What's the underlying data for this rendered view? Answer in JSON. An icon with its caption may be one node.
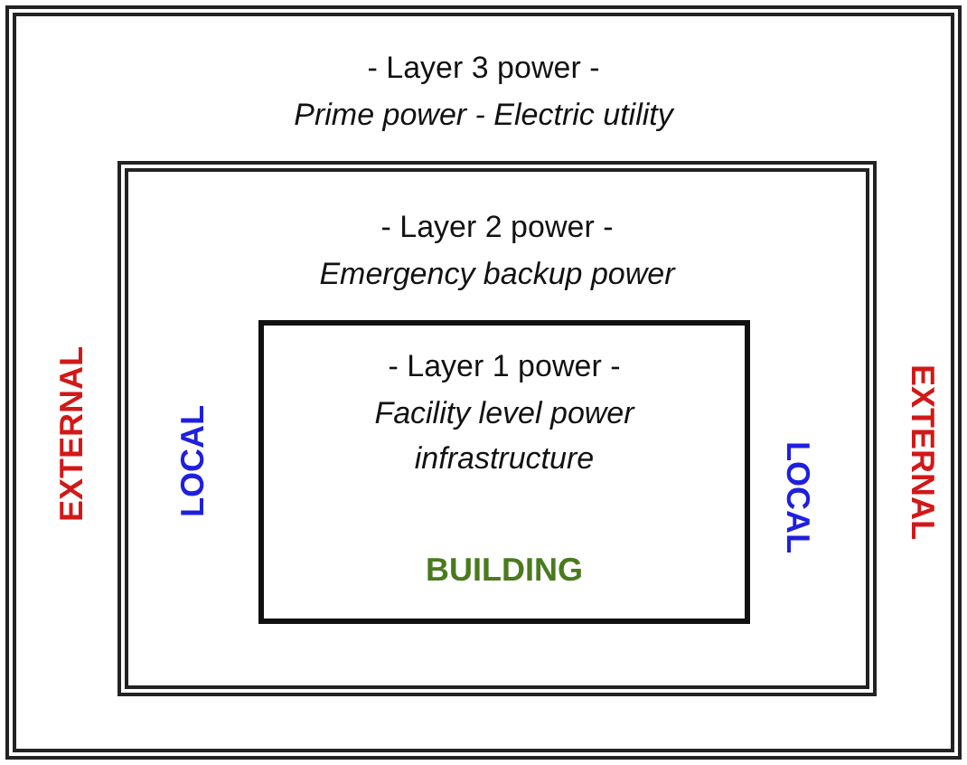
{
  "diagram": {
    "nodes": [
      {
        "text": [
          "- Layer 3 power -",
          "Prime power - Electric utility"
        ]
      },
      {
        "text": [
          "- Layer 2 power -",
          "Emergency backup power"
        ],
        "in": 0
      },
      {
        "text": [
          "- Layer 1 power -",
          "Facility level power infrastructure",
          "BUILDING"
        ],
        "in": 1
      }
    ],
    "labels": [
      "EXTERNAL",
      "LOCAL",
      "LOCAL",
      "EXTERNAL"
    ]
  }
}
